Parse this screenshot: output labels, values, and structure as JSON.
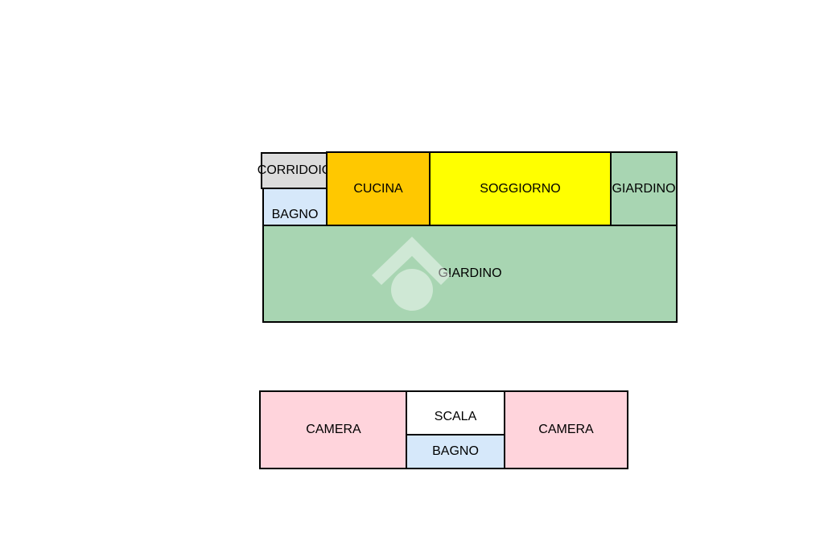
{
  "plan": {
    "ground_floor": {
      "corridoio": {
        "label": "CORRIDOIO",
        "color": "#dcdcdc"
      },
      "bagno": {
        "label": "BAGNO",
        "color": "#d6e8fa"
      },
      "cucina": {
        "label": "CUCINA",
        "color": "#ffc800"
      },
      "soggiorno": {
        "label": "SOGGIORNO",
        "color": "#ffff00"
      },
      "giardino_small": {
        "label": "GIARDINO",
        "color": "#a8d5b2"
      },
      "giardino_large": {
        "label": "GIARDINO",
        "color": "#a8d5b2"
      }
    },
    "first_floor": {
      "camera_left": {
        "label": "CAMERA",
        "color": "#ffd4dc"
      },
      "scala": {
        "label": "SCALA",
        "color": "#ffffff"
      },
      "bagno": {
        "label": "BAGNO",
        "color": "#d6e8fa"
      },
      "camera_right": {
        "label": "CAMERA",
        "color": "#ffd4dc"
      }
    }
  }
}
